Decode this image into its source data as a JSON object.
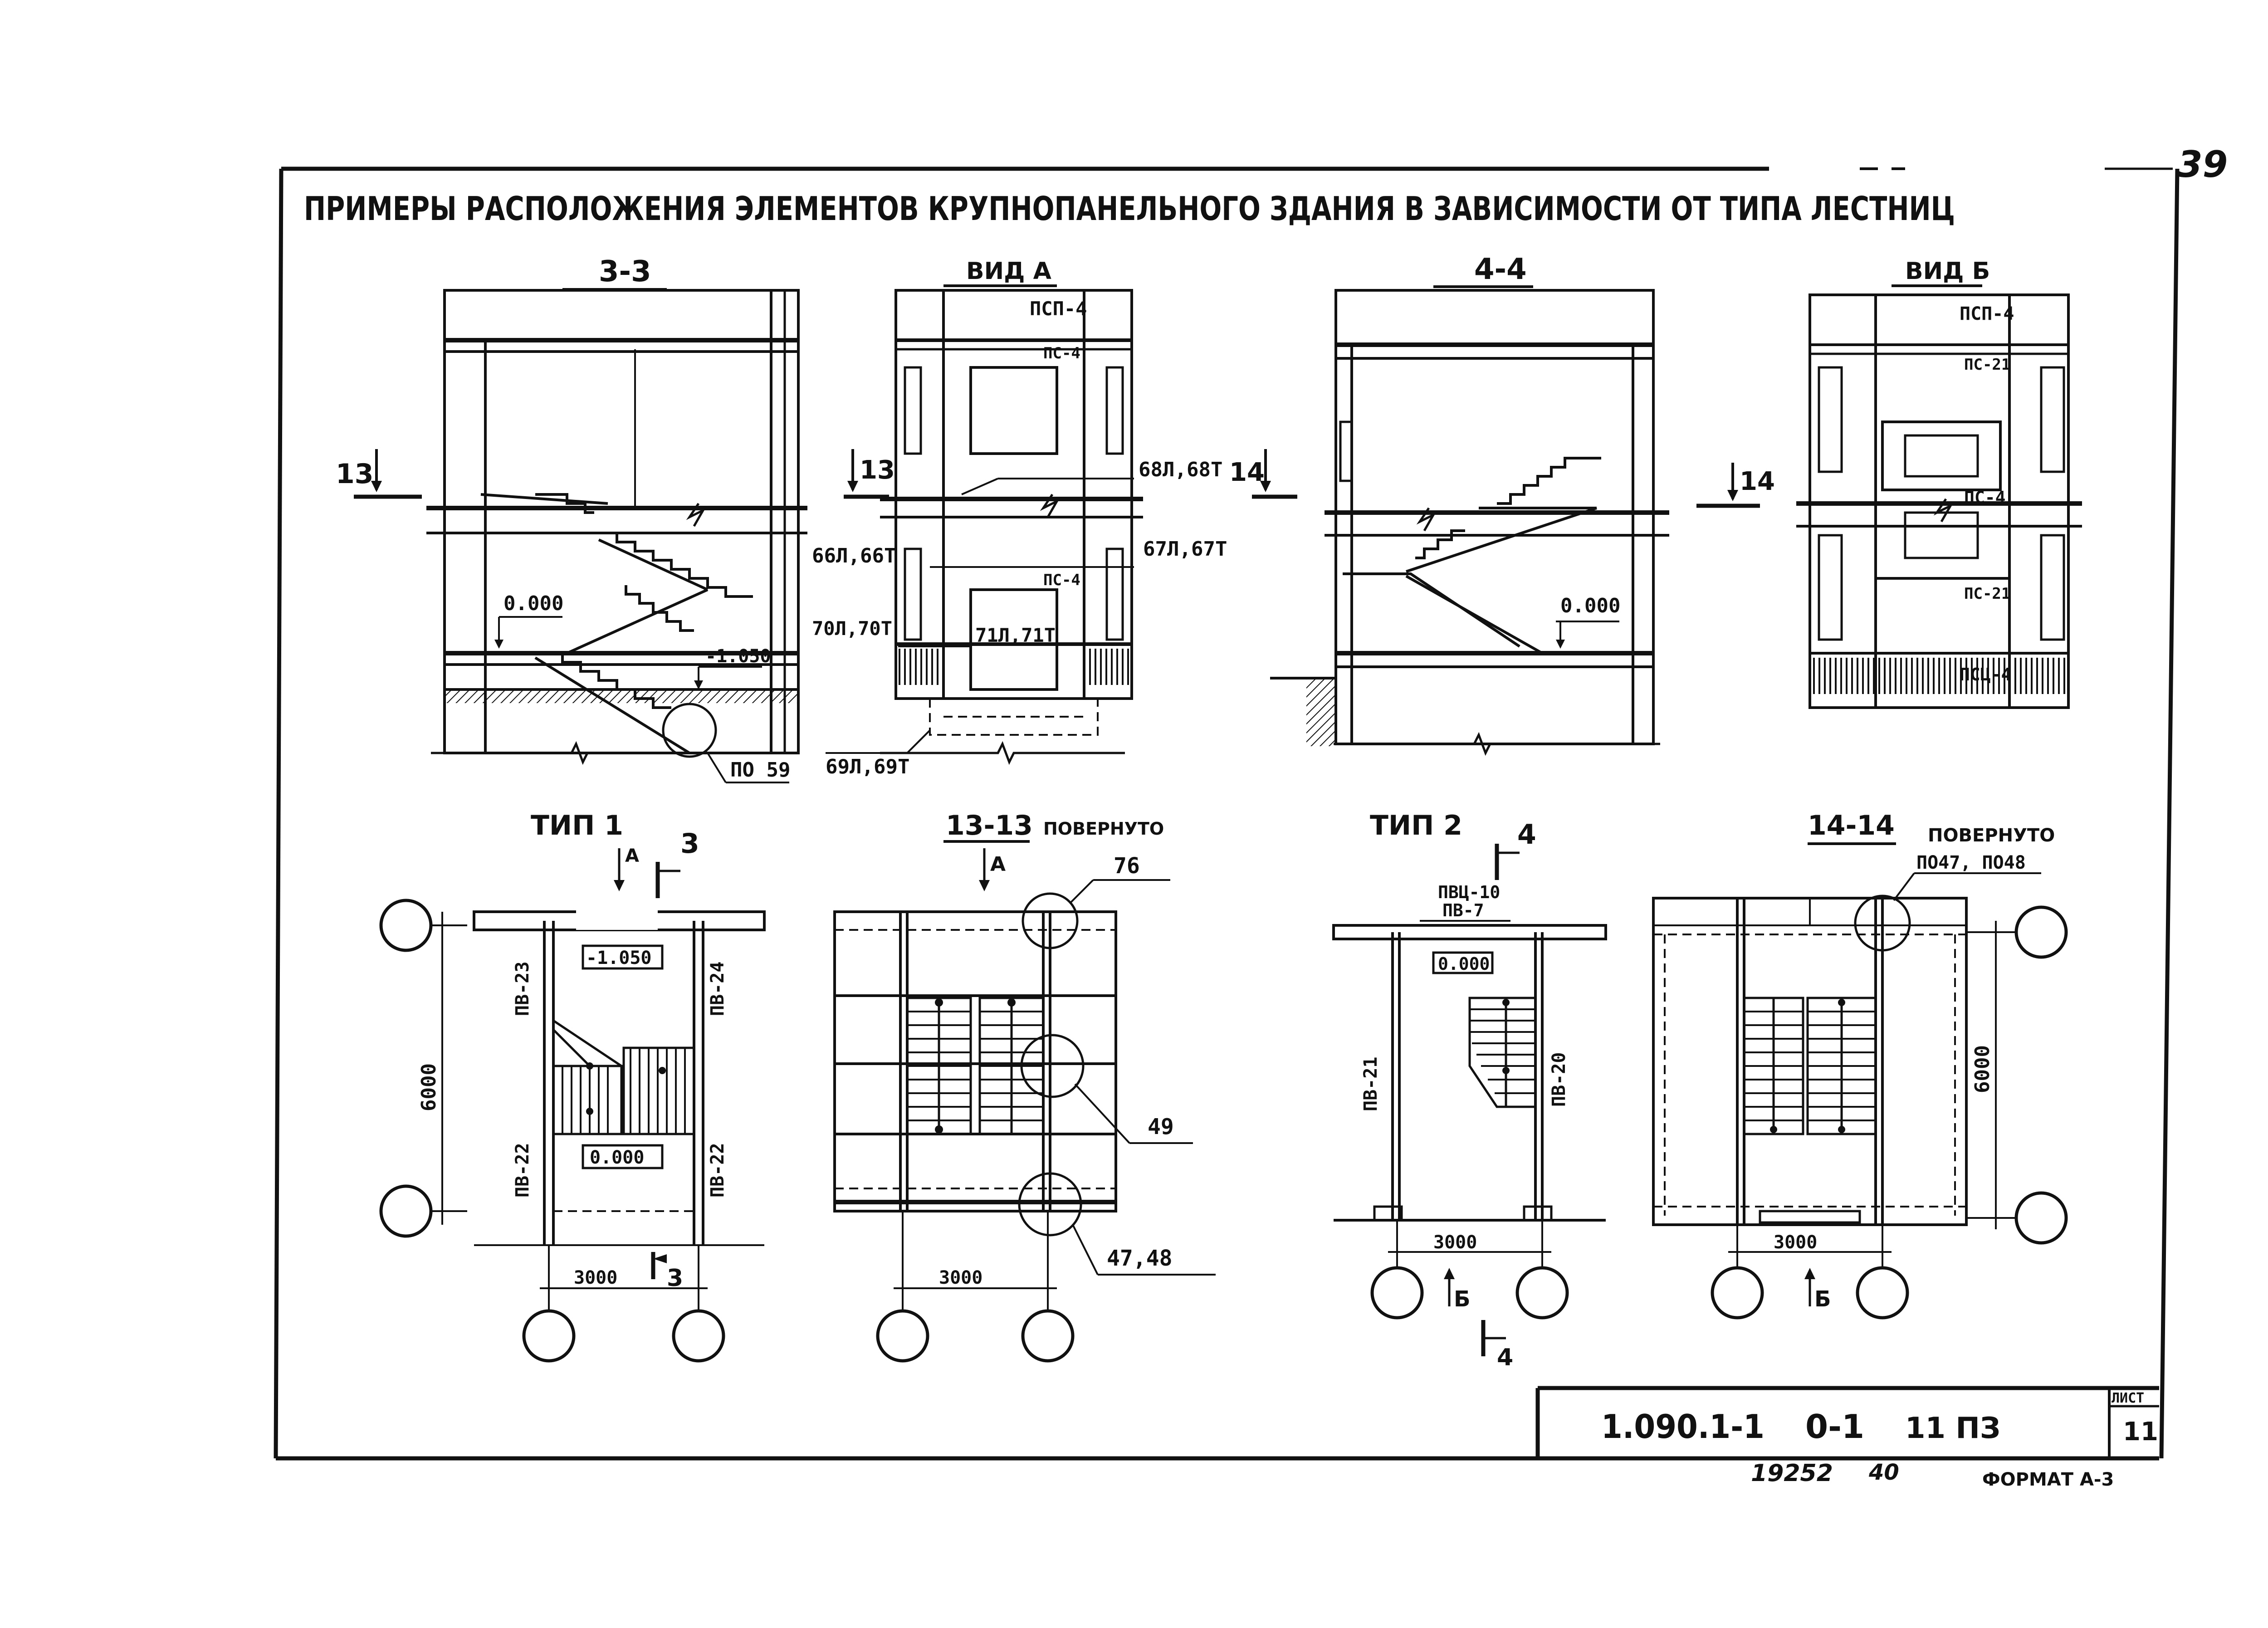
{
  "sheet": {
    "page_number": "39",
    "title": "ПРИМЕРЫ РАСПОЛОЖЕНИЯ ЭЛЕМЕНТОВ КРУПНОПАНЕЛЬНОГО ЗДАНИЯ В ЗАВИСИМОСТИ ОТ ТИПА ЛЕСТНИЦ",
    "doc_code": "1.090.1-1",
    "doc_part": "0-1",
    "doc_sheet_ref": "11 ПЗ",
    "sheet_label": "ЛИСТ",
    "sheet_number": "11",
    "inventory": "19252",
    "inventory_page": "40",
    "format": "ФОРМАТ А-3"
  },
  "section_3_3": {
    "title": "3-3",
    "cut_mark": "13",
    "level_1": "0.000",
    "level_2": "-1.050",
    "node": "ПО 59"
  },
  "view_a": {
    "title": "ВИД А",
    "cut_mark": "13",
    "labels": [
      "ПСП-4",
      "ПС-4",
      "68Л,68Т",
      "66Л,66Т",
      "67Л,67Т",
      "ПС-4",
      "70Л,70Т",
      "71Л,71Т",
      "69Л,69Т"
    ]
  },
  "section_4_4": {
    "title": "4-4",
    "cut_mark_left": "14",
    "cut_mark_right": "14",
    "level": "0.000"
  },
  "view_b": {
    "title": "ВИД Б",
    "labels": [
      "ПСП-4",
      "ПС-21",
      "ПС-4",
      "ПС-21",
      "ПСЦ-4"
    ]
  },
  "plan_type_1": {
    "title": "ТИП 1",
    "view_mark": "А",
    "cut_mark": "3",
    "cut_mark_bottom": "3",
    "walls": [
      "ПВ-23",
      "ПВ-24",
      "ПВ-22",
      "ПВ-22"
    ],
    "level_top": "-1.050",
    "level_bottom": "0.000",
    "dim_vertical": "6000",
    "dim_horizontal": "3000"
  },
  "plan_13_13": {
    "title": "13-13",
    "note": "ПОВЕРНУТО",
    "view_mark": "А",
    "callouts": [
      "76",
      "49",
      "47,48"
    ],
    "dim_horizontal": "3000"
  },
  "plan_type_2": {
    "title": "ТИП 2",
    "cut_mark": "4",
    "cut_mark_bottom": "4",
    "view_mark": "Б",
    "top_labels": [
      "ПВЦ-10",
      "ПВ-7"
    ],
    "walls": [
      "ПВ-21",
      "ПВ-20"
    ],
    "level": "0.000",
    "dim_horizontal": "3000"
  },
  "plan_14_14": {
    "title": "14-14",
    "note": "ПОВЕРНУТО",
    "callout": "ПО47, ПО48",
    "view_mark": "Б",
    "dim_vertical": "6000",
    "dim_horizontal": "3000"
  }
}
